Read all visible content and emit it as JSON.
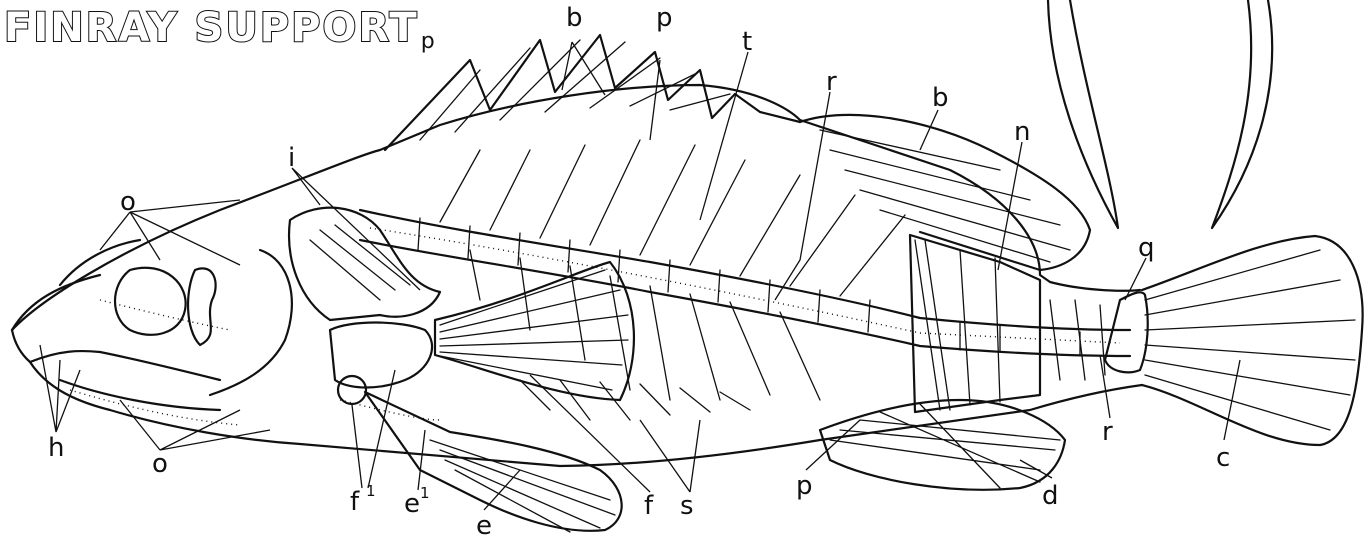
{
  "title": "FINRAY SUPPORT",
  "title_suffix": "p",
  "labels": {
    "b_top": "b",
    "p_top": "p",
    "t": "t",
    "r_top": "r",
    "b_right": "b",
    "n": "n",
    "q": "q",
    "r_tail": "r",
    "c": "c",
    "d": "d",
    "p_bottom": "p",
    "s": "s",
    "f": "f",
    "e": "e",
    "e1_base": "e",
    "e1_sup": "1",
    "f1_base": "f",
    "f1_sup": "1",
    "o_bottom": "o",
    "h": "h",
    "o_top": "o",
    "i": "i"
  }
}
